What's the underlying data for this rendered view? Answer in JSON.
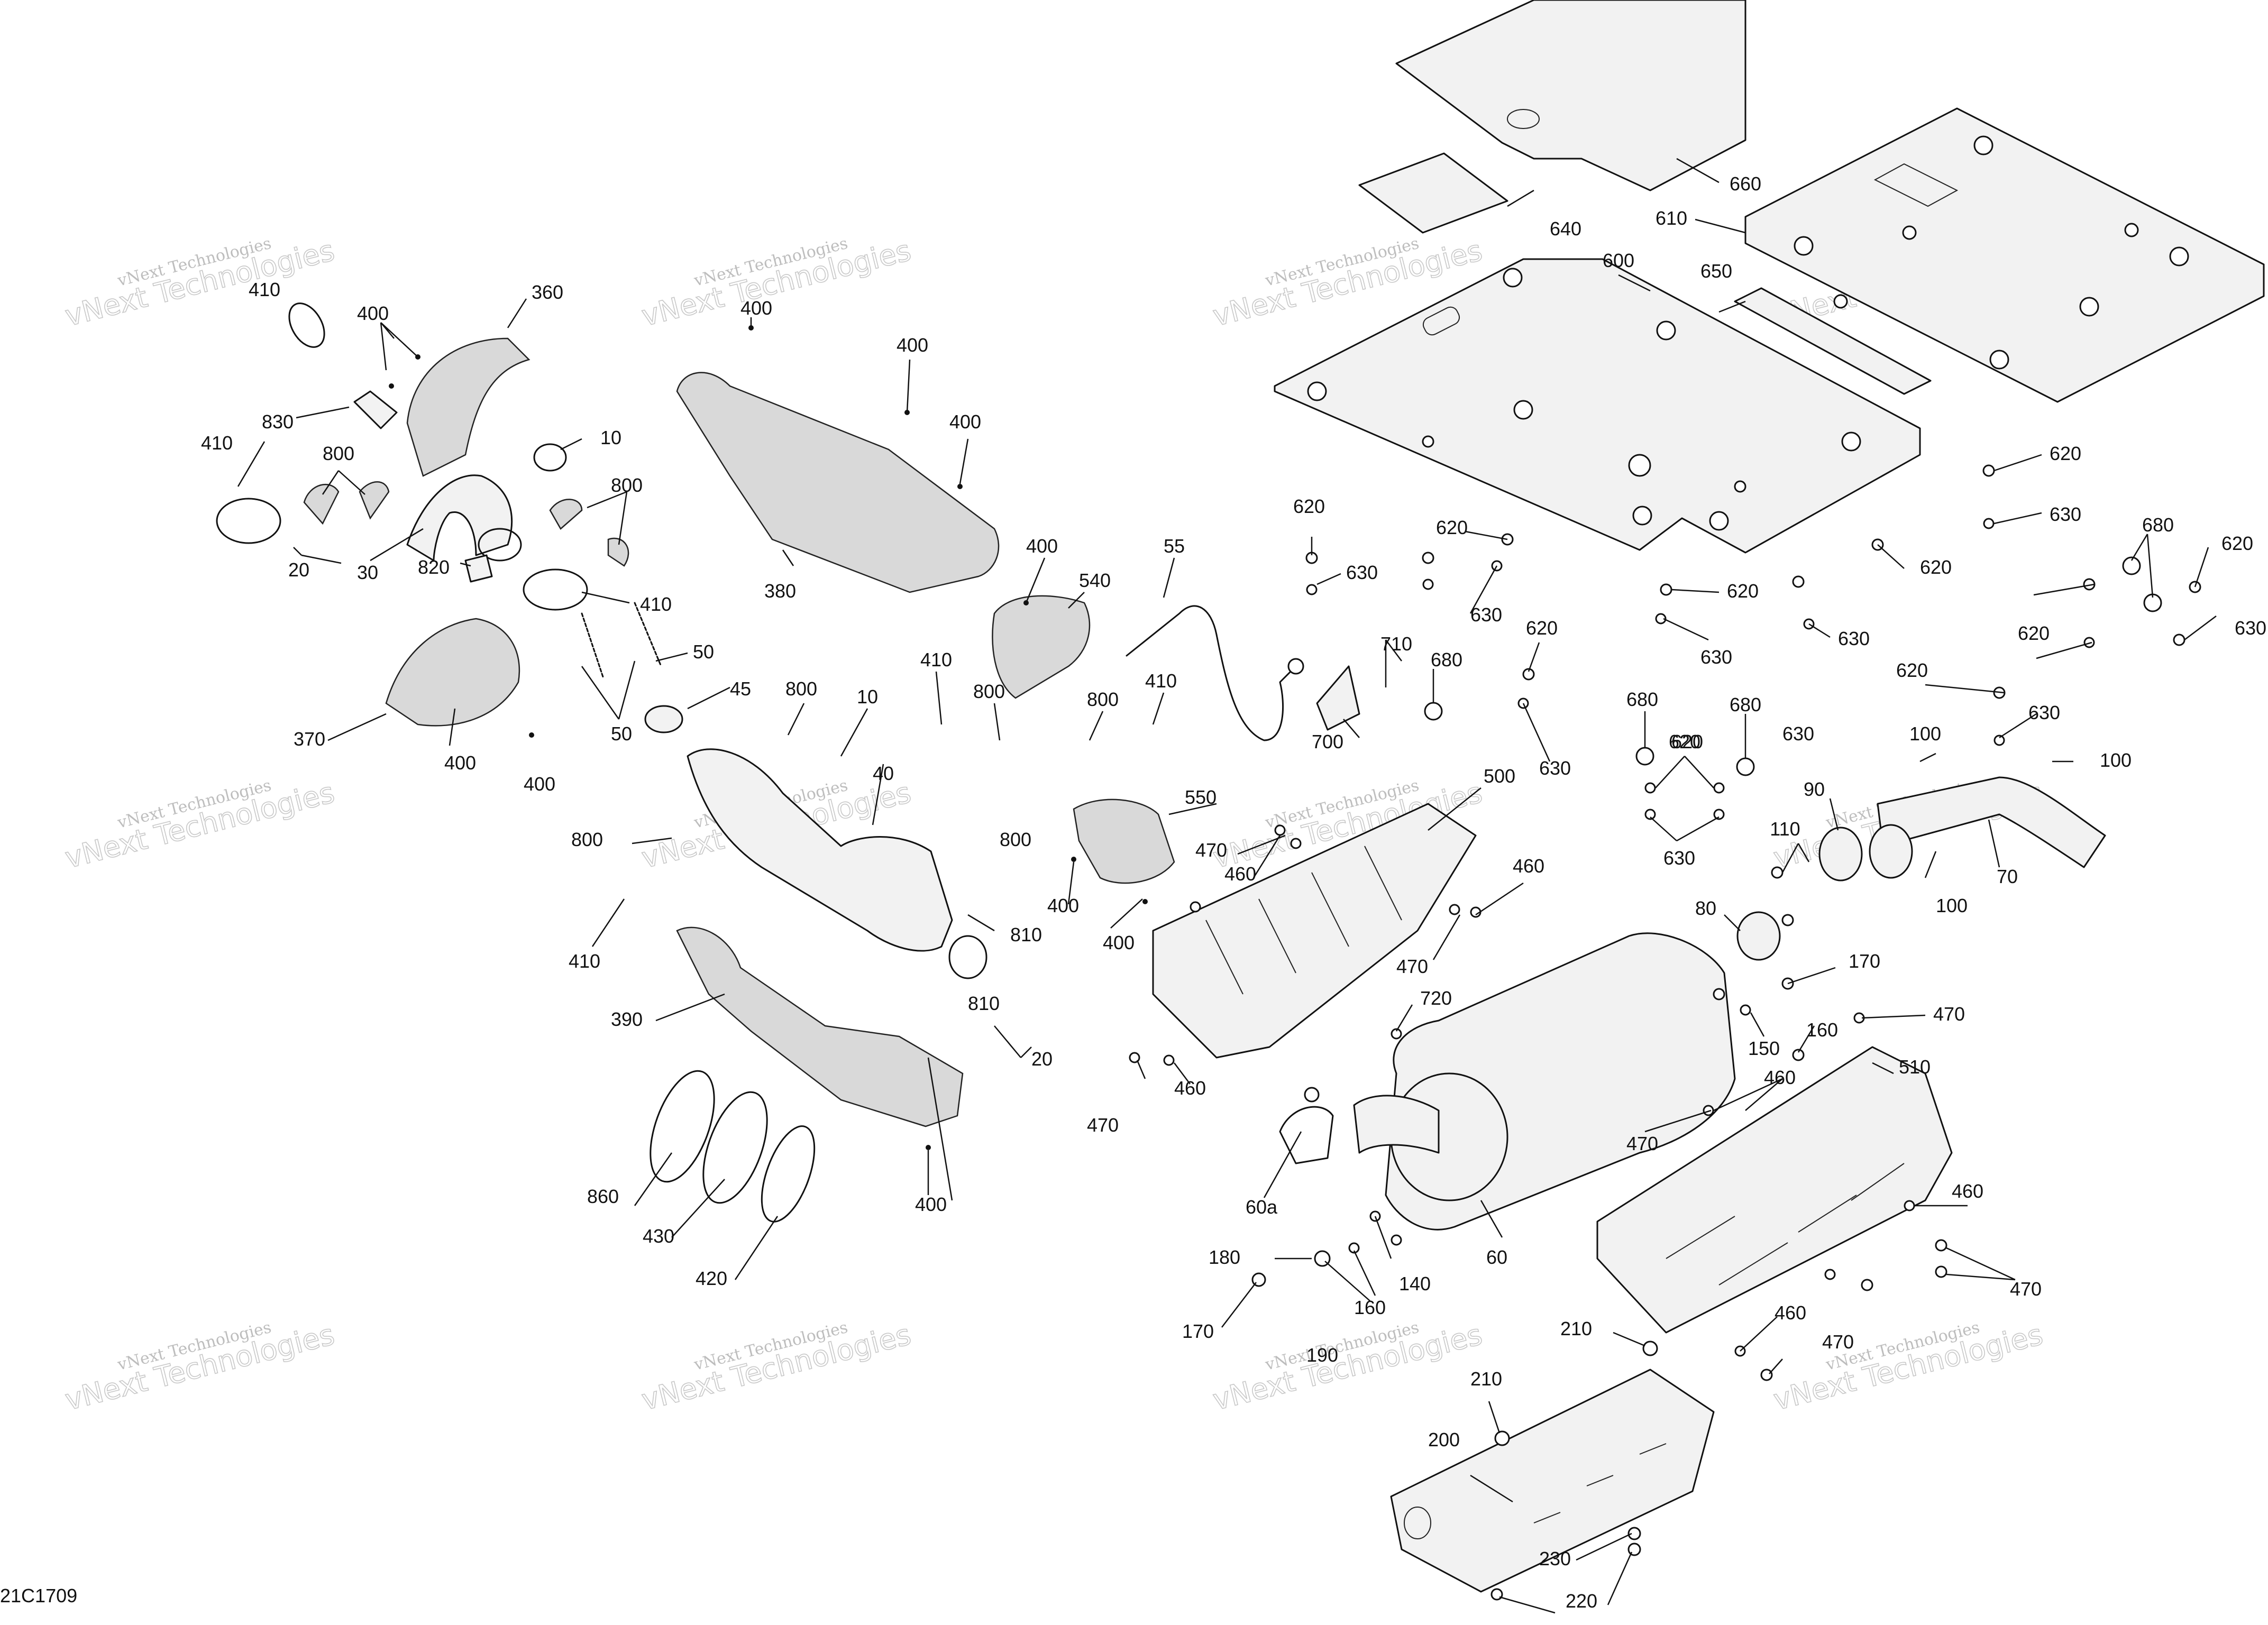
{
  "watermark": {
    "line1": "vNext Technologies",
    "line2": "vNext Technologies"
  },
  "reference_code": "21C1709",
  "callouts": [
    {
      "id": "c410a",
      "label": "410"
    },
    {
      "id": "c400a",
      "label": "400"
    },
    {
      "id": "c360",
      "label": "360"
    },
    {
      "id": "c830",
      "label": "830"
    },
    {
      "id": "c10a",
      "label": "10"
    },
    {
      "id": "c410b",
      "label": "410"
    },
    {
      "id": "c800a",
      "label": "800"
    },
    {
      "id": "c800b",
      "label": "800"
    },
    {
      "id": "c20a",
      "label": "20"
    },
    {
      "id": "c30",
      "label": "30"
    },
    {
      "id": "c820",
      "label": "820"
    },
    {
      "id": "c410c",
      "label": "410"
    },
    {
      "id": "c50a",
      "label": "50"
    },
    {
      "id": "c50b",
      "label": "50"
    },
    {
      "id": "c45",
      "label": "45"
    },
    {
      "id": "c370",
      "label": "370"
    },
    {
      "id": "c400b",
      "label": "400"
    },
    {
      "id": "c400c",
      "label": "400"
    },
    {
      "id": "c400d",
      "label": "400"
    },
    {
      "id": "c400e",
      "label": "400"
    },
    {
      "id": "c400f",
      "label": "400"
    },
    {
      "id": "c380",
      "label": "380"
    },
    {
      "id": "c400g",
      "label": "400"
    },
    {
      "id": "c540",
      "label": "540"
    },
    {
      "id": "c55",
      "label": "55"
    },
    {
      "id": "c800c",
      "label": "800"
    },
    {
      "id": "c10b",
      "label": "10"
    },
    {
      "id": "c40",
      "label": "40"
    },
    {
      "id": "c410d",
      "label": "410"
    },
    {
      "id": "c800d",
      "label": "800"
    },
    {
      "id": "c800e",
      "label": "800"
    },
    {
      "id": "c410e",
      "label": "410"
    },
    {
      "id": "c800f",
      "label": "800"
    },
    {
      "id": "c550",
      "label": "550"
    },
    {
      "id": "c800g",
      "label": "800"
    },
    {
      "id": "c410f",
      "label": "410"
    },
    {
      "id": "c810a",
      "label": "810"
    },
    {
      "id": "c400h",
      "label": "400"
    },
    {
      "id": "c400i",
      "label": "400"
    },
    {
      "id": "c390",
      "label": "390"
    },
    {
      "id": "c810b",
      "label": "810"
    },
    {
      "id": "c20b",
      "label": "20"
    },
    {
      "id": "c860",
      "label": "860"
    },
    {
      "id": "c430",
      "label": "430"
    },
    {
      "id": "c420",
      "label": "420"
    },
    {
      "id": "c400j",
      "label": "400"
    },
    {
      "id": "c660",
      "label": "660"
    },
    {
      "id": "c640",
      "label": "640"
    },
    {
      "id": "c610",
      "label": "610"
    },
    {
      "id": "c600",
      "label": "600"
    },
    {
      "id": "c650",
      "label": "650"
    },
    {
      "id": "c620a",
      "label": "620"
    },
    {
      "id": "c630a",
      "label": "630"
    },
    {
      "id": "c620b",
      "label": "620"
    },
    {
      "id": "c630b",
      "label": "630"
    },
    {
      "id": "c620c",
      "label": "620"
    },
    {
      "id": "c630c",
      "label": "630"
    },
    {
      "id": "c620d",
      "label": "620"
    },
    {
      "id": "c630d",
      "label": "630"
    },
    {
      "id": "c620e",
      "label": "620"
    },
    {
      "id": "c620f",
      "label": "620"
    },
    {
      "id": "c630e",
      "label": "630"
    },
    {
      "id": "c680a",
      "label": "680"
    },
    {
      "id": "c620g",
      "label": "620"
    },
    {
      "id": "c630f",
      "label": "630"
    },
    {
      "id": "c620h",
      "label": "620"
    },
    {
      "id": "c630g",
      "label": "630"
    },
    {
      "id": "c620i",
      "label": "620"
    },
    {
      "id": "c630h",
      "label": "630"
    },
    {
      "id": "c620j",
      "label": "620"
    },
    {
      "id": "c630i",
      "label": "630"
    },
    {
      "id": "c710",
      "label": "710"
    },
    {
      "id": "c680b",
      "label": "680"
    },
    {
      "id": "c700",
      "label": "700"
    },
    {
      "id": "c680c",
      "label": "680"
    },
    {
      "id": "c680d",
      "label": "680"
    },
    {
      "id": "c620k",
      "label": "620"
    },
    {
      "id": "c630j",
      "label": "630"
    },
    {
      "id": "c100a",
      "label": "100"
    },
    {
      "id": "c100b",
      "label": "100"
    },
    {
      "id": "c500",
      "label": "500"
    },
    {
      "id": "c90",
      "label": "90"
    },
    {
      "id": "c110",
      "label": "110"
    },
    {
      "id": "c70",
      "label": "70"
    },
    {
      "id": "c100c",
      "label": "100"
    },
    {
      "id": "c470a",
      "label": "470"
    },
    {
      "id": "c460a",
      "label": "460"
    },
    {
      "id": "c460b",
      "label": "460"
    },
    {
      "id": "c470b",
      "label": "470"
    },
    {
      "id": "c80",
      "label": "80"
    },
    {
      "id": "c170a",
      "label": "170"
    },
    {
      "id": "c720",
      "label": "720"
    },
    {
      "id": "c150",
      "label": "150"
    },
    {
      "id": "c160a",
      "label": "160"
    },
    {
      "id": "c470c",
      "label": "470"
    },
    {
      "id": "c510",
      "label": "510"
    },
    {
      "id": "c470d",
      "label": "470"
    },
    {
      "id": "c460c",
      "label": "460"
    },
    {
      "id": "c460d",
      "label": "460"
    },
    {
      "id": "c470e",
      "label": "470"
    },
    {
      "id": "c60a",
      "label": "60a"
    },
    {
      "id": "c60",
      "label": "60"
    },
    {
      "id": "c460e",
      "label": "460"
    },
    {
      "id": "c470f",
      "label": "470"
    },
    {
      "id": "c180",
      "label": "180"
    },
    {
      "id": "c140",
      "label": "140"
    },
    {
      "id": "c160b",
      "label": "160"
    },
    {
      "id": "c190",
      "label": "190"
    },
    {
      "id": "c170b",
      "label": "170"
    },
    {
      "id": "c210a",
      "label": "210"
    },
    {
      "id": "c460f",
      "label": "460"
    },
    {
      "id": "c470g",
      "label": "470"
    },
    {
      "id": "c210b",
      "label": "210"
    },
    {
      "id": "c200",
      "label": "200"
    },
    {
      "id": "c230",
      "label": "230"
    },
    {
      "id": "c220",
      "label": "220"
    }
  ]
}
